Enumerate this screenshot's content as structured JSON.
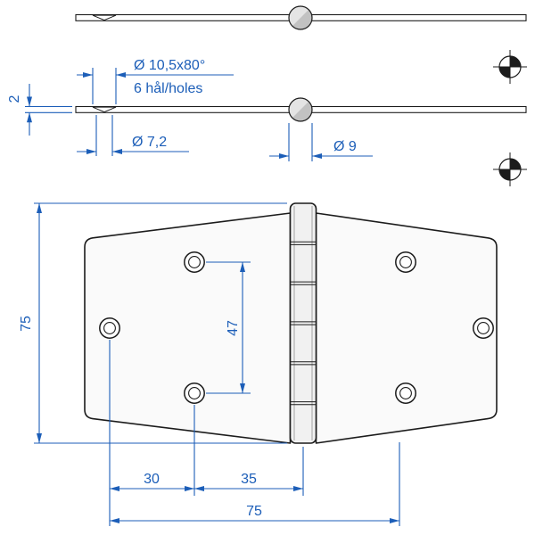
{
  "colors": {
    "dimension": "#1c5eb8",
    "outline": "#1c1c1c"
  },
  "labels": {
    "countersink": "Ø 10,5x80°",
    "holes_note": "6 hål/holes",
    "thickness": "2",
    "hole_diameter": "Ø 7,2",
    "pin_diameter": "Ø 9",
    "overall_height": "75",
    "hole_spacing_vertical": "47",
    "edge_to_hole": "30",
    "hole_to_pin_center": "35",
    "width_to_pin_center": "75"
  }
}
